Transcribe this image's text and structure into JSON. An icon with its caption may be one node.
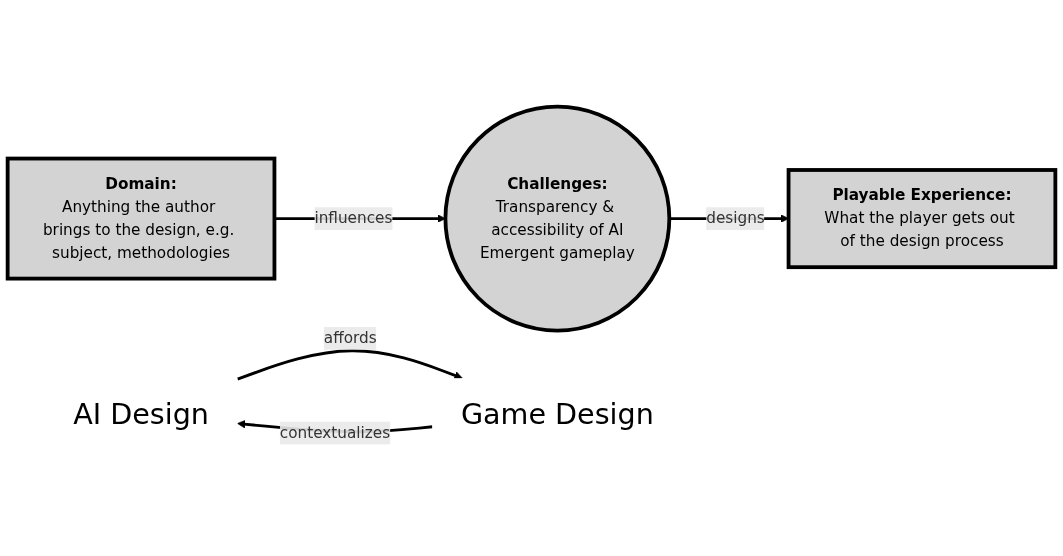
{
  "diagram": {
    "nodes": [
      {
        "text": [
          "Domain:",
          "Anything the author brings to the design, e.g. subject, methodologies"
        ]
      },
      {
        "text": [
          "AI Design"
        ]
      },
      {
        "text": [
          "Challenges:",
          "Transparency & accessibility of AI",
          "Emergent gameplay"
        ]
      },
      {
        "text": [
          "Game Design"
        ]
      },
      {
        "text": [
          "Playable Experience:",
          "What the player gets out of the design process"
        ]
      }
    ],
    "edges": [
      {
        "from": 0,
        "to": 2,
        "arrow": "to",
        "label": "influences"
      },
      {
        "from": 3,
        "to": 1,
        "arrow": "to",
        "label": "contextualizes"
      },
      {
        "from": 1,
        "to": 3,
        "arrow": "to",
        "label": "affords"
      },
      {
        "from": 2,
        "to": 4,
        "arrow": "to",
        "label": "designs"
      }
    ]
  }
}
